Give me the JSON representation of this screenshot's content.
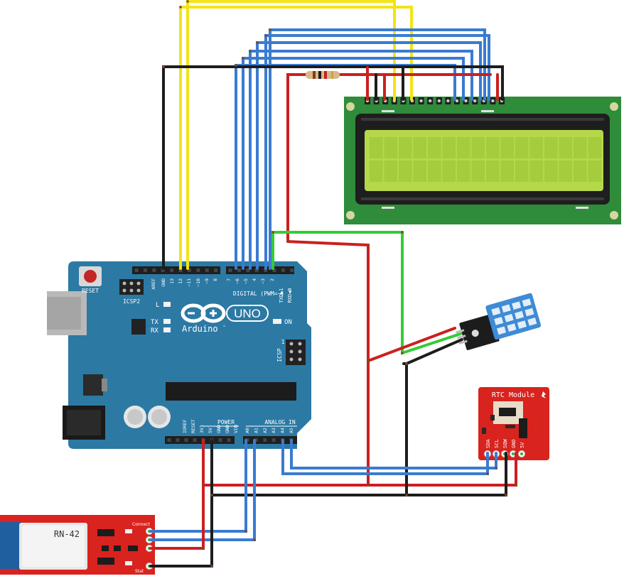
{
  "arduino": {
    "reset_label": "RESET",
    "icsp2_label": "ICSP2",
    "icsp_label": "ICSP",
    "brand_label": "Arduino",
    "tm_mark": "™",
    "model_label": "UNO",
    "l_label": "L",
    "tx_label": "TX",
    "rx_label": "RX",
    "on_label": "ON",
    "digital_label": "DIGITAL (PWM=~)",
    "power_label": "POWER",
    "analog_label": "ANALOG IN",
    "one_label": "1",
    "txd_label": "TXD▶1",
    "rxd_label": "RXD◀0",
    "header_top_pins": [
      "AREF",
      "GND",
      "13",
      "12",
      "~11",
      "~10",
      "~9",
      "8",
      "7",
      "~6",
      "~5",
      "4",
      "~3",
      "2"
    ],
    "power_pins": [
      "IOREF",
      "RESET",
      "3V3",
      "5V",
      "GND",
      "GND",
      "VIN"
    ],
    "analog_pins": [
      "A0",
      "A1",
      "A2",
      "A3",
      "A4",
      "A5"
    ]
  },
  "rtc": {
    "title": "RTC Module",
    "pins": [
      "SDA",
      "SCL",
      "SQW",
      "GND",
      "5V"
    ]
  },
  "bluetooth": {
    "name": "RN-42",
    "connect_label": "Connect",
    "stat_label": "Stat"
  },
  "colors": {
    "board": "#2c79a4",
    "board_text": "#ffffff",
    "wire_blue": "#3a7bd0",
    "wire_yellow": "#f2e416",
    "wire_red": "#cc1f1f",
    "wire_black": "#1d1d1d",
    "wire_green": "#33cc33",
    "lcd_frame": "#2f8c3a",
    "lcd_screen": "#b4d84a",
    "rtc_board": "#d9231e",
    "bluetooth_board": "#d9231e",
    "sensor_blue": "#3e8bd6"
  }
}
